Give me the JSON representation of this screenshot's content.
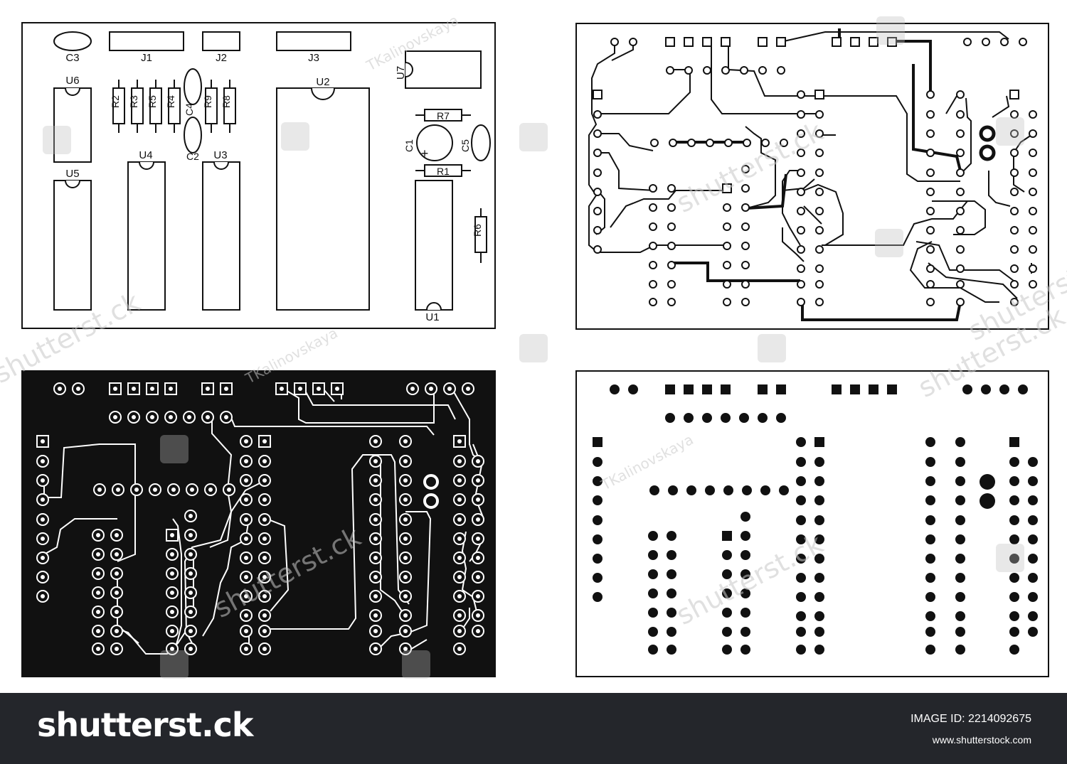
{
  "colors": {
    "ink": "#111111",
    "paper": "#ffffff",
    "board_dark": "#111111",
    "footer_bg": "#24262b"
  },
  "panels": {
    "silkscreen": {
      "components": [
        {
          "ref": "C3",
          "kind": "capacitor-oval"
        },
        {
          "ref": "J1",
          "kind": "connector"
        },
        {
          "ref": "J2",
          "kind": "connector"
        },
        {
          "ref": "J3",
          "kind": "connector"
        },
        {
          "ref": "U7",
          "kind": "ic"
        },
        {
          "ref": "U6",
          "kind": "ic"
        },
        {
          "ref": "U5",
          "kind": "ic"
        },
        {
          "ref": "U4",
          "kind": "ic"
        },
        {
          "ref": "U3",
          "kind": "ic"
        },
        {
          "ref": "U2",
          "kind": "ic"
        },
        {
          "ref": "U1",
          "kind": "ic"
        },
        {
          "ref": "R2",
          "kind": "resistor"
        },
        {
          "ref": "R3",
          "kind": "resistor"
        },
        {
          "ref": "R5",
          "kind": "resistor"
        },
        {
          "ref": "R4",
          "kind": "resistor"
        },
        {
          "ref": "R9",
          "kind": "resistor"
        },
        {
          "ref": "R8",
          "kind": "resistor"
        },
        {
          "ref": "R7",
          "kind": "resistor"
        },
        {
          "ref": "R1",
          "kind": "resistor"
        },
        {
          "ref": "R6",
          "kind": "resistor"
        },
        {
          "ref": "C4",
          "kind": "capacitor-oval"
        },
        {
          "ref": "C2",
          "kind": "capacitor-oval"
        },
        {
          "ref": "C1",
          "kind": "electrolytic",
          "polarity": "+"
        },
        {
          "ref": "C5",
          "kind": "capacitor-oval"
        }
      ]
    }
  },
  "watermarks": {
    "author": "TKalinovskaya",
    "brand": "shutterst.ck"
  },
  "footer": {
    "logo": "shutterst.ck",
    "image_id": "IMAGE ID: 2214092675",
    "url": "www.shutterstock.com"
  }
}
